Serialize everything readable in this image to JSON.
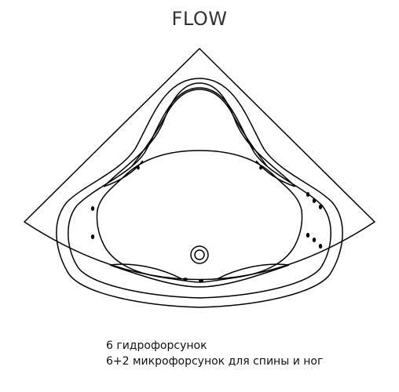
{
  "title": "FLOW",
  "notes": [
    "6 гидрофорсунок",
    "6+2 микрофорсунок для спины и ног"
  ],
  "colors": {
    "line": "#000000",
    "text": "#111111",
    "title": "#333333",
    "background": "#ffffff"
  }
}
